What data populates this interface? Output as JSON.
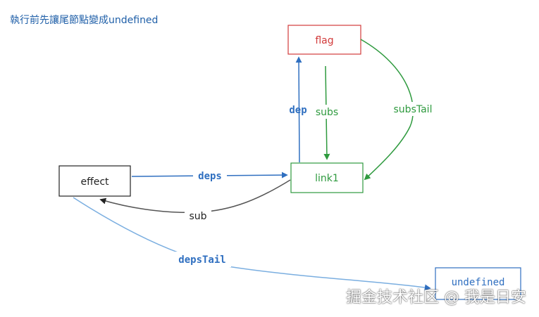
{
  "title": "執行前先讓尾節點變成undefined",
  "watermark": "掘金技术社区 @ 我是日安",
  "colors": {
    "blue": "#2f6fc0",
    "green": "#2e9a3e",
    "red": "#d23b3b",
    "gray": "#555555",
    "black": "#222222",
    "lightBlue": "#7aaee0"
  },
  "nodes": {
    "flag": "flag",
    "effect": "effect",
    "link1": "link1",
    "undefined": "undefined"
  },
  "edges": {
    "dep": "dep",
    "subs": "subs",
    "subsTail": "subsTail",
    "deps": "deps",
    "sub": "sub",
    "depsTail": "depsTail"
  }
}
